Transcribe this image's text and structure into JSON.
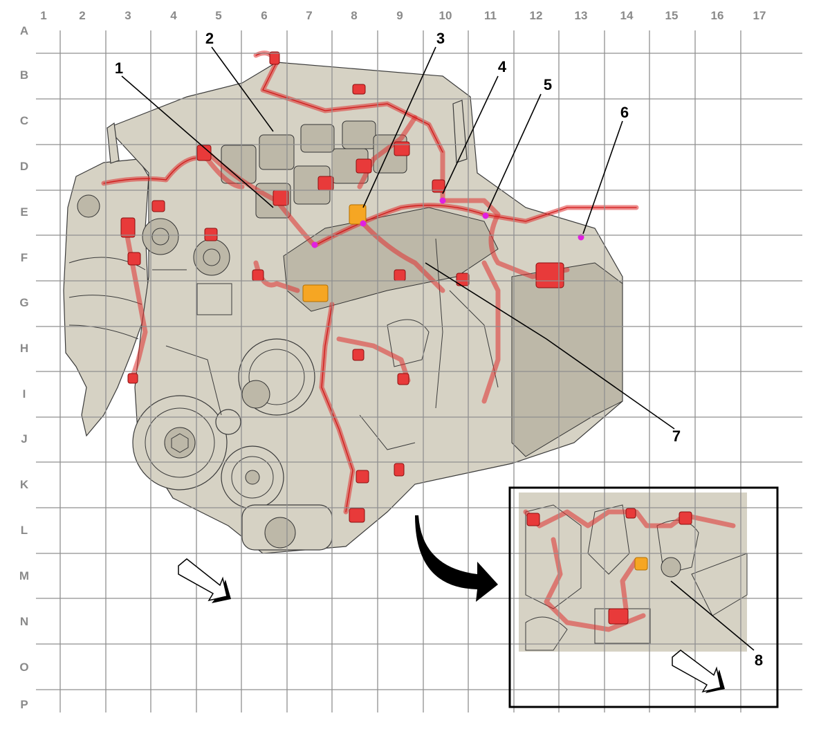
{
  "grid": {
    "columns": [
      "1",
      "2",
      "3",
      "4",
      "5",
      "6",
      "7",
      "8",
      "9",
      "10",
      "11",
      "12",
      "13",
      "14",
      "15",
      "16",
      "17"
    ],
    "rows": [
      "A",
      "B",
      "C",
      "D",
      "E",
      "F",
      "G",
      "H",
      "I",
      "J",
      "K",
      "L",
      "M",
      "N",
      "O",
      "P"
    ],
    "line_color": "#8f8f8f",
    "label_color": "#8a8a8a"
  },
  "callouts": [
    "1",
    "2",
    "3",
    "4",
    "5",
    "6",
    "7",
    "8"
  ],
  "colors": {
    "engine_fill": "#d6d2c4",
    "harness": "#e03030",
    "connector_highlight": "#f6a623",
    "splice_point": "#e020e0"
  },
  "icons": {
    "direction_arrow_main": "front-direction-arrow-icon",
    "direction_arrow_inset": "front-direction-arrow-icon",
    "curved_arrow": "view-detail-curved-arrow-icon"
  }
}
